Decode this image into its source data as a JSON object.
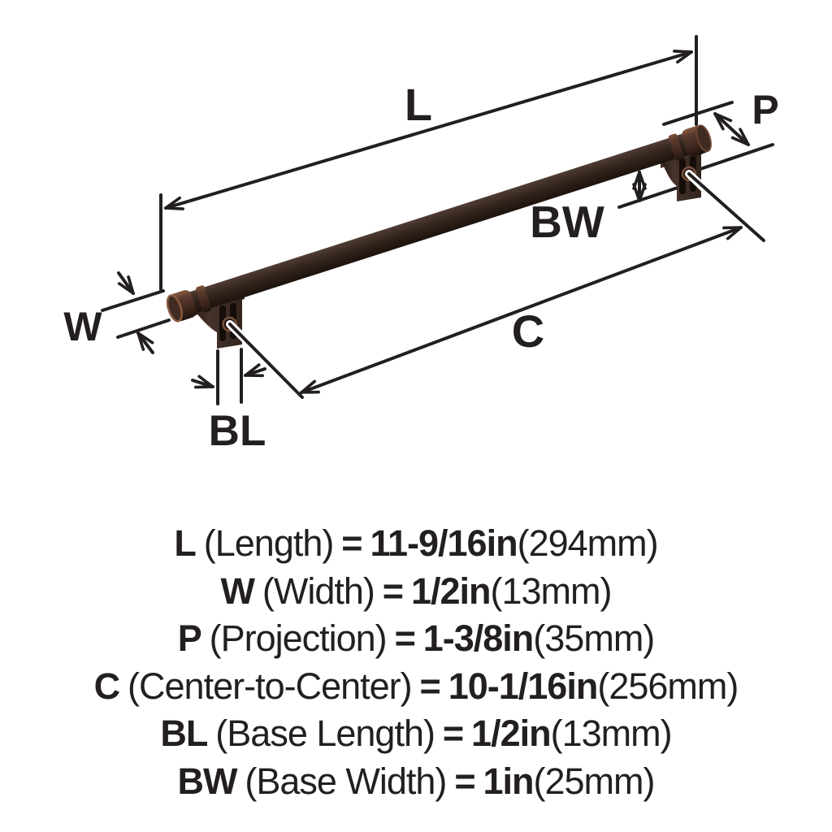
{
  "diagram": {
    "labels": {
      "length": "L",
      "projection": "P",
      "base_width": "BW",
      "center_to_center": "C",
      "width": "W",
      "base_length": "BL"
    },
    "colors": {
      "line": "#231f20",
      "bar_highlight": "#55443c",
      "bar_mid": "#33261e",
      "bar_dark": "#17100c",
      "cap_copper_rim": "#8a5a40",
      "cap_body": "#5a3a2e",
      "post_face": "#3a2b24",
      "post_slot": "#150d09",
      "hole_ring": "#77513c"
    }
  },
  "legend": {
    "rows": [
      {
        "abbr": "L",
        "name": "(Length)",
        "equals": "=",
        "imperial": "11-9/16in",
        "metric": "(294mm)"
      },
      {
        "abbr": "W",
        "name": "(Width)",
        "equals": "=",
        "imperial": "1/2in",
        "metric": "(13mm)"
      },
      {
        "abbr": "P",
        "name": "(Projection)",
        "equals": "=",
        "imperial": "1-3/8in",
        "metric": "(35mm)"
      },
      {
        "abbr": "C",
        "name": "(Center-to-Center)",
        "equals": "=",
        "imperial": "10-1/16in",
        "metric": "(256mm)"
      },
      {
        "abbr": "BL",
        "name": "(Base Length)",
        "equals": "=",
        "imperial": "1/2in",
        "metric": "(13mm)"
      },
      {
        "abbr": "BW",
        "name": "(Base Width)",
        "equals": "=",
        "imperial": "1in",
        "metric": "(25mm)"
      }
    ]
  }
}
